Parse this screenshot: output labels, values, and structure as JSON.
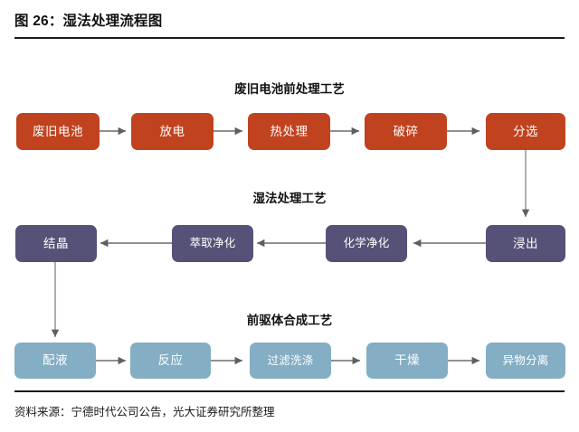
{
  "header": {
    "title": "图 26：湿法处理流程图"
  },
  "footer": {
    "source": "资料来源：宁德时代公司公告，光大证券研究所整理"
  },
  "colors": {
    "pretreatment": "#c0421f",
    "hydrometallurgy": "#565177",
    "precursor": "#83aec4",
    "connector": "#6b6b6b",
    "rule": "#1a1a1a"
  },
  "diagram": {
    "sections": [
      {
        "key": "pretreatment",
        "label": "废旧电池前处理工艺",
        "color": "#c0421f",
        "direction": "left-to-right",
        "nodes": [
          {
            "label": "废旧电池"
          },
          {
            "label": "放电"
          },
          {
            "label": "热处理"
          },
          {
            "label": "破碎"
          },
          {
            "label": "分选"
          }
        ]
      },
      {
        "key": "hydrometallurgy",
        "label": "湿法处理工艺",
        "color": "#565177",
        "direction": "right-to-left",
        "nodes": [
          {
            "label": "结晶"
          },
          {
            "label": "萃取净化"
          },
          {
            "label": "化学净化"
          },
          {
            "label": "浸出"
          }
        ]
      },
      {
        "key": "precursor",
        "label": "前驱体合成工艺",
        "color": "#83aec4",
        "direction": "left-to-right",
        "nodes": [
          {
            "label": "配液"
          },
          {
            "label": "反应"
          },
          {
            "label": "过滤洗涤"
          },
          {
            "label": "干燥"
          },
          {
            "label": "异物分离"
          }
        ]
      }
    ],
    "cross_links": [
      {
        "from": "分选",
        "to": "浸出",
        "orientation": "vertical-right"
      },
      {
        "from": "结晶",
        "to": "配液",
        "orientation": "vertical-left"
      }
    ]
  }
}
